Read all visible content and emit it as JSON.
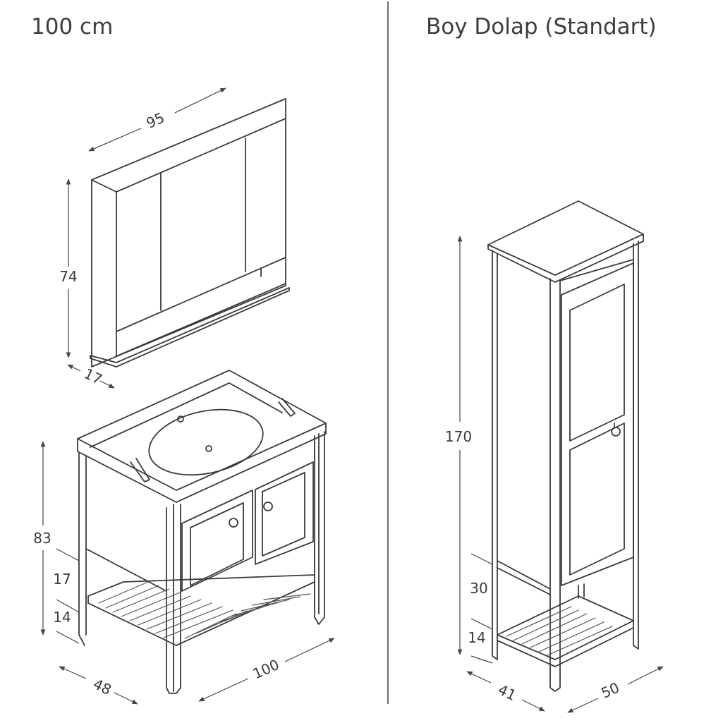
{
  "titles": {
    "left": "100 cm",
    "right": "Boy Dolap (Standart)"
  },
  "dimensions": {
    "mirror_width": "95",
    "mirror_height": "74",
    "mirror_depth": "17",
    "vanity_height": "83",
    "vanity_shelf_gap": "17",
    "vanity_leg_height": "14",
    "vanity_depth": "48",
    "vanity_width": "100",
    "tall_height": "170",
    "tall_shelf_gap": "30",
    "tall_leg_height": "14",
    "tall_depth": "41",
    "tall_width": "50"
  }
}
